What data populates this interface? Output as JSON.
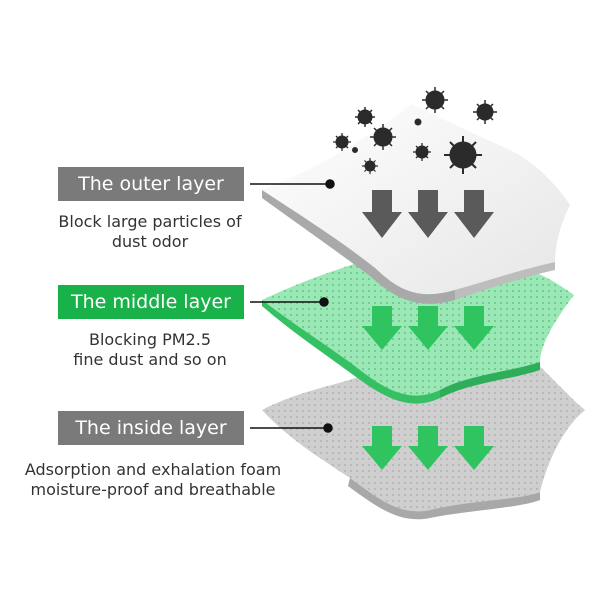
{
  "layers": [
    {
      "label": "The outer layer",
      "desc1": "Block large particles of",
      "desc2": "dust odor",
      "color": "#7a7a7a"
    },
    {
      "label": "The middle layer",
      "desc1": "Blocking PM2.5",
      "desc2": "fine dust and so on",
      "color": "#18b14a"
    },
    {
      "label": "The inside layer",
      "desc1": "Adsorption and exhalation foam",
      "desc2": "moisture-proof and breathable",
      "color": "#7a7a7a"
    }
  ],
  "colors": {
    "outer_sheet": "#f4f4f4",
    "middle_sheet": "#9be8b6",
    "inner_sheet": "#cfcfcf",
    "arrow_gray": "#5a5a5a",
    "arrow_green": "#2fc45f",
    "particle": "#2b2b2b"
  }
}
